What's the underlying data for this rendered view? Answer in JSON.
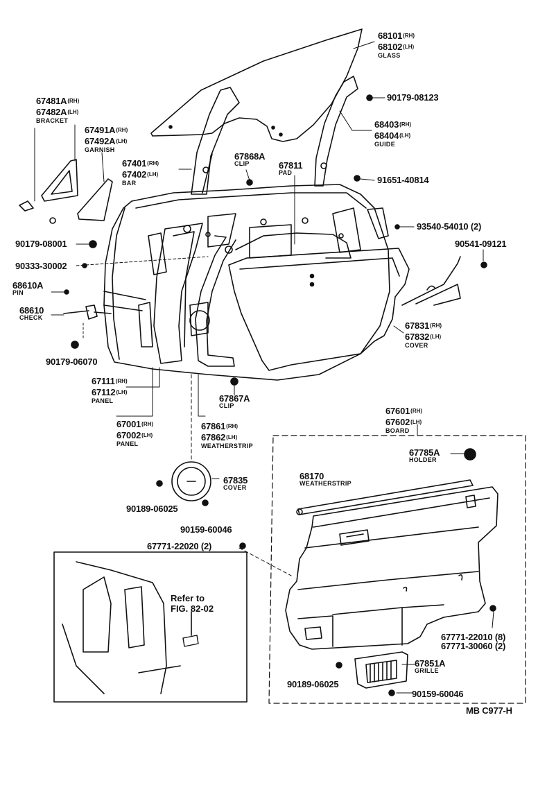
{
  "parts": {
    "glass": {
      "lines": [
        {
          "pn": "68101",
          "side": "(RH)"
        },
        {
          "pn": "68102",
          "side": "(LH)"
        }
      ],
      "name": "GLASS"
    },
    "p90179_08123": {
      "pn": "90179-08123"
    },
    "guide": {
      "lines": [
        {
          "pn": "68403",
          "side": "(RH)"
        },
        {
          "pn": "68404",
          "side": "(LH)"
        }
      ],
      "name": "GUIDE"
    },
    "p91651_40814": {
      "pn": "91651-40814"
    },
    "p93540_54010": {
      "pn": "93540-54010 (2)"
    },
    "p90541_09121": {
      "pn": "90541-09121"
    },
    "bracket": {
      "lines": [
        {
          "pn": "67481A",
          "side": "(RH)"
        },
        {
          "pn": "67482A",
          "side": "(LH)"
        }
      ],
      "name": "BRACKET"
    },
    "garnish": {
      "lines": [
        {
          "pn": "67491A",
          "side": "(RH)"
        },
        {
          "pn": "67492A",
          "side": "(LH)"
        }
      ],
      "name": "GARNISH"
    },
    "bar": {
      "lines": [
        {
          "pn": "67401",
          "side": "(RH)"
        },
        {
          "pn": "67402",
          "side": "(LH)"
        }
      ],
      "name": "BAR"
    },
    "clip_67868a": {
      "pn": "67868A",
      "name": "CLIP"
    },
    "pad": {
      "pn": "67811",
      "name": "PAD"
    },
    "p90179_08001": {
      "pn": "90179-08001"
    },
    "p90333_30002": {
      "pn": "90333-30002"
    },
    "pin": {
      "pn": "68610A",
      "name": "PIN"
    },
    "check": {
      "pn": "68610",
      "name": "CHECK"
    },
    "p90179_06070": {
      "pn": "90179-06070"
    },
    "cover_67831": {
      "lines": [
        {
          "pn": "67831",
          "side": "(RH)"
        },
        {
          "pn": "67832",
          "side": "(LH)"
        }
      ],
      "name": "COVER"
    },
    "panel_67111": {
      "lines": [
        {
          "pn": "67111",
          "side": "(RH)"
        },
        {
          "pn": "67112",
          "side": "(LH)"
        }
      ],
      "name": "PANEL"
    },
    "clip_67867a": {
      "pn": "67867A",
      "name": "CLIP"
    },
    "panel_67001": {
      "lines": [
        {
          "pn": "67001",
          "side": "(RH)"
        },
        {
          "pn": "67002",
          "side": "(LH)"
        }
      ],
      "name": "PANEL"
    },
    "weatherstrip_67861": {
      "lines": [
        {
          "pn": "67861",
          "side": "(RH)"
        },
        {
          "pn": "67862",
          "side": "(LH)"
        }
      ],
      "name": "WEATHERSTRIP"
    },
    "board": {
      "lines": [
        {
          "pn": "67601",
          "side": "(RH)"
        },
        {
          "pn": "67602",
          "side": "(LH)"
        }
      ],
      "name": "BOARD"
    },
    "holder": {
      "pn": "67785A",
      "name": "HOLDER"
    },
    "weatherstrip_68170": {
      "pn": "68170",
      "name": "WEATHERSTRIP"
    },
    "cover_67835": {
      "pn": "67835",
      "name": "COVER"
    },
    "p90189_06025_a": {
      "pn": "90189-06025"
    },
    "p90159_60046_a": {
      "pn": "90159-60046"
    },
    "p67771_22020": {
      "pn": "67771-22020 (2)"
    },
    "p67771_22010": {
      "lines": [
        {
          "pn": "67771-22010 (8)"
        },
        {
          "pn": "67771-30060 (2)"
        }
      ]
    },
    "grille": {
      "pn": "67851A",
      "name": "GRILLE"
    },
    "p90189_06025_b": {
      "pn": "90189-06025"
    },
    "p90159_60046_b": {
      "pn": "90159-60046"
    }
  },
  "inset": {
    "refer_line1": "Refer to",
    "refer_line2": "FIG. 82-02"
  },
  "code": "MB  C977-H"
}
